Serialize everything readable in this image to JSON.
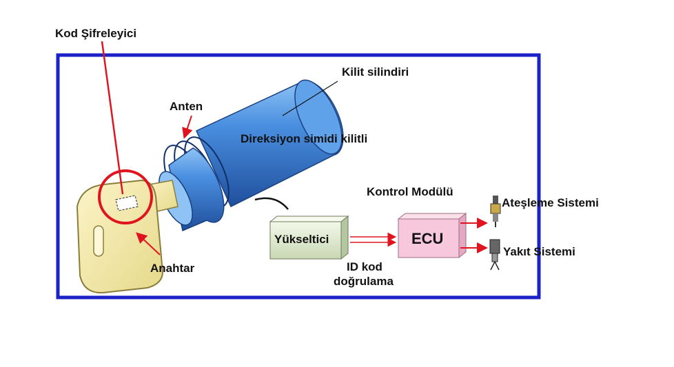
{
  "labels": {
    "kod_sifreleyici": "Kod Şifreleyici",
    "kilit_silindiri": "Kilit silindiri",
    "anten": "Anten",
    "direksiyon": "Direksiyon simidi kilitli",
    "kontrol_modulu": "Kontrol Modülü",
    "ecu": "ECU",
    "yukseltici": "Yükseltici",
    "id_kod_line1": "ID kod",
    "id_kod_line2": "doğrulama",
    "anahtar": "Anahtar",
    "atesleme": "Ateşleme Sistemi",
    "yakit": "Yakıt Sistemi"
  },
  "colors": {
    "frame": "#1a22c8",
    "highlight": "#e0141e",
    "cylinder": "#4a8fe0",
    "key": "#f3eaa8",
    "ecu_box": "#f7c8dc",
    "amplifier": "#e6efd6"
  }
}
